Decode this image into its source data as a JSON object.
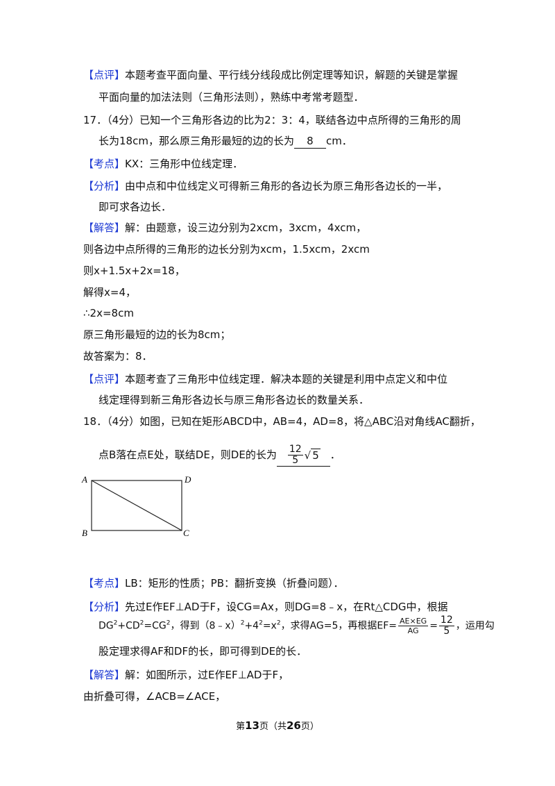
{
  "p16": {
    "review_tag": "【点评】",
    "review_line1": "本题考查平面向量、平行线分线段成比例定理等知识，解题的关键是掌握",
    "review_line2": "平面向量的加法法则（三角形法则），熟练中考常考题型．"
  },
  "p17": {
    "q_line1": "17．（4分）已知一个三角形各边的比为2：3：4，联结各边中点所得的三角形的周",
    "q_line2_pre": "长为18cm，那么原三角形最短的边的长为",
    "q_answer": "8",
    "q_line2_post": "cm．",
    "kaodian_tag": "【考点】",
    "kaodian_text": "KX：三角形中位线定理．",
    "fenxi_tag": "【分析】",
    "fenxi_line1": "由中点和中位线定义可得新三角形的各边长为原三角形各边长的一半，",
    "fenxi_line2": "即可求各边长．",
    "jieda_tag": "【解答】",
    "jieda_line1": "解：由题意，设三边分别为2xcm，3xcm，4xcm，",
    "sol2": "则各边中点所得的三角形的边长分别为xcm，1.5xcm，2xcm",
    "sol3": "则x+1.5x+2x=18，",
    "sol4": "解得x=4，",
    "sol5": "∴2x=8cm",
    "sol6": "原三角形最短的边的长为8cm；",
    "sol7": "故答案为：8．",
    "review_tag": "【点评】",
    "review_line1": "本题考查了三角形中位线定理．解决本题的关键是利用中点定义和中位",
    "review_line2": "线定理得到新三角形各边长与原三角形各边长的数量关系．"
  },
  "p18": {
    "q_line1": "18．（4分）如图，已知在矩形ABCD中，AB=4，AD=8，将△ABC沿对角线AC翻折，",
    "q_line2_pre": "点B落在点E处，联结DE，则DE的长为",
    "ans_num": "12",
    "ans_den": "5",
    "ans_rad": "5",
    "figure_labels": {
      "A": "A",
      "B": "B",
      "C": "C",
      "D": "D"
    },
    "kaodian_tag": "【考点】",
    "kaodian_text": "LB：矩形的性质；PB：翻折变换（折叠问题）．",
    "fenxi_tag": "【分析】",
    "fenxi_line1": "先过E作EF⊥AD于F，设CG=Ax，则DG=8﹣x，在Rt△CDG中，根据",
    "fenxi_line2_a": "DG",
    "fenxi_line2_b": "+CD",
    "fenxi_line2_c": "=CG",
    "fenxi_line2_d": "，得到（8﹣x）",
    "fenxi_line2_e": "+4",
    "fenxi_line2_f": "=x",
    "fenxi_line2_g": "，求得AG=5，再根据EF=",
    "fenxi_frac1_num": "AE×EG",
    "fenxi_frac1_den": "AG",
    "fenxi_eq": "=",
    "fenxi_frac2_num": "12",
    "fenxi_frac2_den": "5",
    "fenxi_line2_h": "，运用勾",
    "sup2": "2",
    "fenxi_line3": "股定理求得AF和DF的长，即可得到DE的长．",
    "jieda_tag": "【解答】",
    "jieda_line1": "解：如图所示，过E作EF⊥AD于F，",
    "sol2": "由折叠可得，∠ACB=∠ACE，"
  },
  "footer": {
    "pre": "第",
    "page": "13",
    "mid": "页（共",
    "total": "26",
    "post": "页）"
  }
}
